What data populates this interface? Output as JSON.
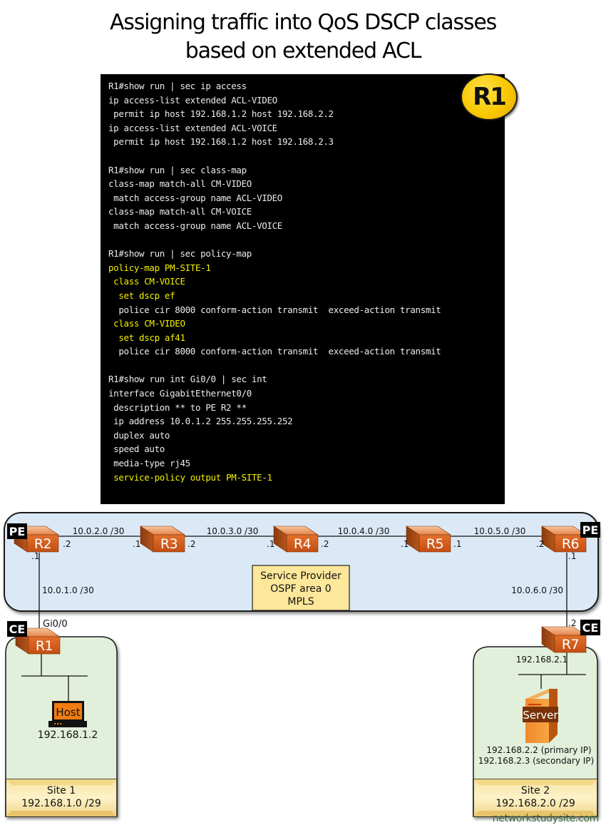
{
  "title": {
    "line1": "Assigning traffic into QoS DSCP classes",
    "line2": "based on extended ACL"
  },
  "terminal": {
    "badge": "R1",
    "lines": [
      {
        "text": "R1#show run | sec ip access",
        "highlight": false
      },
      {
        "text": "ip access-list extended ACL-VIDEO",
        "highlight": false
      },
      {
        "text": " permit ip host 192.168.1.2 host 192.168.2.2",
        "highlight": false
      },
      {
        "text": "ip access-list extended ACL-VOICE",
        "highlight": false
      },
      {
        "text": " permit ip host 192.168.1.2 host 192.168.2.3",
        "highlight": false
      },
      {
        "text": "",
        "highlight": false
      },
      {
        "text": "R1#show run | sec class-map",
        "highlight": false
      },
      {
        "text": "class-map match-all CM-VIDEO",
        "highlight": false
      },
      {
        "text": " match access-group name ACL-VIDEO",
        "highlight": false
      },
      {
        "text": "class-map match-all CM-VOICE",
        "highlight": false
      },
      {
        "text": " match access-group name ACL-VOICE",
        "highlight": false
      },
      {
        "text": "",
        "highlight": false
      },
      {
        "text": "R1#show run | sec policy-map",
        "highlight": false
      },
      {
        "text": "policy-map PM-SITE-1",
        "highlight": true
      },
      {
        "text": " class CM-VOICE",
        "highlight": true
      },
      {
        "text": "  set dscp ef",
        "highlight": true
      },
      {
        "text": "  police cir 8000 conform-action transmit  exceed-action transmit",
        "highlight": false
      },
      {
        "text": " class CM-VIDEO",
        "highlight": true
      },
      {
        "text": "  set dscp af41",
        "highlight": true
      },
      {
        "text": "  police cir 8000 conform-action transmit  exceed-action transmit",
        "highlight": false
      },
      {
        "text": "",
        "highlight": false
      },
      {
        "text": "R1#show run int Gi0/0 | sec int",
        "highlight": false
      },
      {
        "text": "interface GigabitEthernet0/0",
        "highlight": false
      },
      {
        "text": " description ** to PE R2 **",
        "highlight": false
      },
      {
        "text": " ip address 10.0.1.2 255.255.255.252",
        "highlight": false
      },
      {
        "text": " duplex auto",
        "highlight": false
      },
      {
        "text": " speed auto",
        "highlight": false
      },
      {
        "text": " media-type rj45",
        "highlight": false
      },
      {
        "text": " service-policy output PM-SITE-1",
        "highlight": true
      }
    ]
  },
  "provider": {
    "label_lines": [
      "Service Provider",
      "OSPF area 0",
      "MPLS"
    ],
    "routers": [
      {
        "id": "R2",
        "name": "R2",
        "role": "PE"
      },
      {
        "id": "R3",
        "name": "R3",
        "role": ""
      },
      {
        "id": "R4",
        "name": "R4",
        "role": ""
      },
      {
        "id": "R5",
        "name": "R5",
        "role": ""
      },
      {
        "id": "R6",
        "name": "R6",
        "role": "PE"
      }
    ],
    "links": [
      {
        "subnet": "10.0.2.0 /30",
        "left_if": ".2",
        "right_if": ".1"
      },
      {
        "subnet": "10.0.3.0 /30",
        "left_if": ".2",
        "right_if": ".1"
      },
      {
        "subnet": "10.0.4.0 /30",
        "left_if": ".2",
        "right_if": ".1"
      },
      {
        "subnet": "10.0.5.0 /30",
        "left_if": ".1",
        "right_if": ".2"
      }
    ],
    "uplink_left": {
      "subnet": "10.0.1.0 /30",
      "pe_if": ".1",
      "ce_if": "Gi0/0"
    },
    "uplink_right": {
      "subnet": "10.0.6.0 /30",
      "pe_if": ".1",
      "ce_if": ".2"
    }
  },
  "site1": {
    "router": "R1",
    "role": "CE",
    "device_label": "Host",
    "device_ip": "192.168.1.2",
    "name": "Site 1",
    "subnet": "192.168.1.0 /29"
  },
  "site2": {
    "router": "R7",
    "role": "CE",
    "gateway_ip": "192.168.2.1",
    "device_label": "Server",
    "device_ip_primary": "192.168.2.2 (primary IP)",
    "device_ip_secondary": "192.168.2.3 (secondary IP)",
    "name": "Site 2",
    "subnet": "192.168.2.0 /29"
  },
  "colors": {
    "highlight": "#f4f000",
    "router_face": "#d85f1e",
    "provider_bg": "#dbe9f6",
    "site_bg": "#e2efda",
    "label_box": "#fde79a"
  },
  "footer": "networkstudysite.com"
}
